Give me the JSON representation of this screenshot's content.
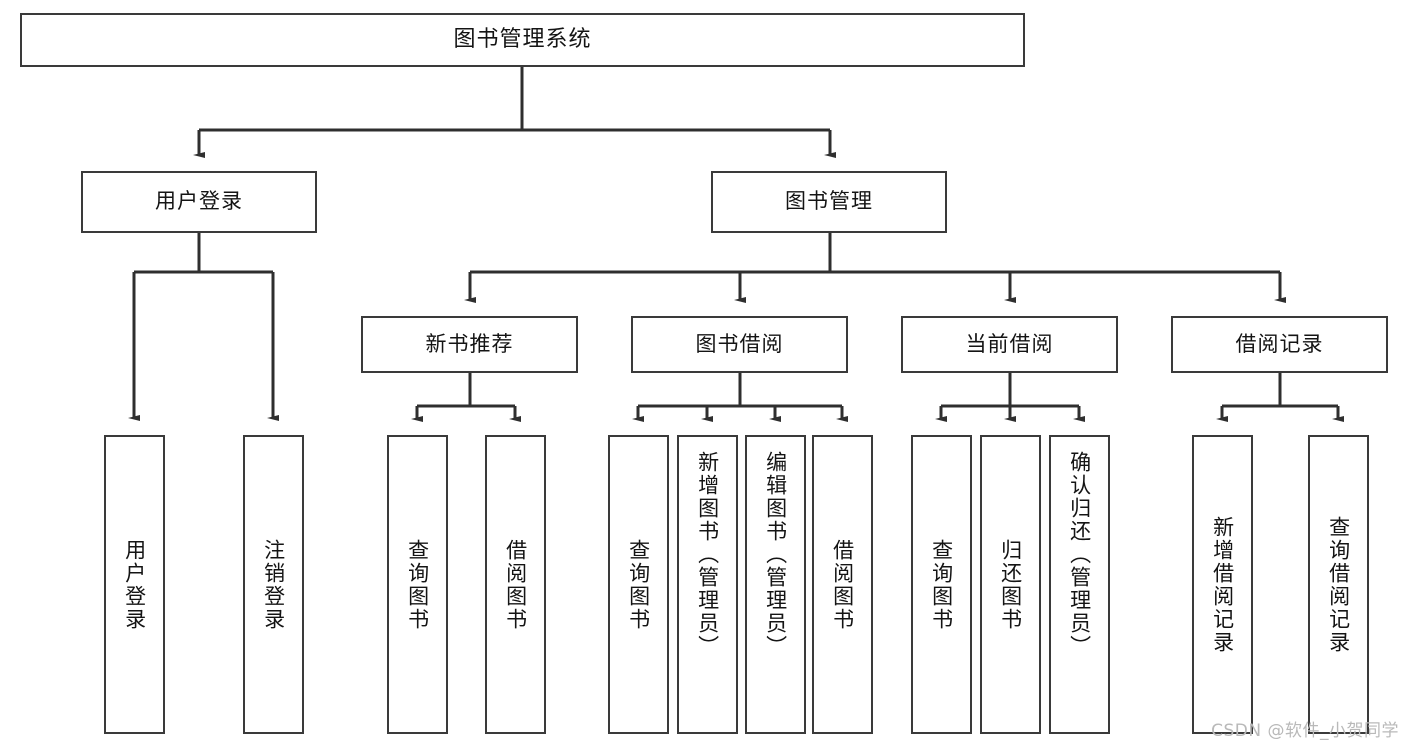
{
  "diagram": {
    "title": "图书管理系统",
    "type": "tree",
    "watermark": "CSDN @软件_小贺同学",
    "colors": {
      "node_border": "#3a3a3a",
      "node_fill": "#ffffff",
      "edge": "#2f2f2f",
      "text": "#141414",
      "watermark": "#b9b9b9"
    },
    "root": {
      "label": "图书管理系统"
    },
    "level2": [
      {
        "label": "用户登录"
      },
      {
        "label": "图书管理"
      }
    ],
    "level3": [
      {
        "label": "新书推荐"
      },
      {
        "label": "图书借阅"
      },
      {
        "label": "当前借阅"
      },
      {
        "label": "借阅记录"
      }
    ],
    "leaves": {
      "user_login": [
        {
          "label": "用户登录"
        },
        {
          "label": "注销登录"
        }
      ],
      "new_book_recommend": [
        {
          "label": "查询图书"
        },
        {
          "label": "借阅图书"
        }
      ],
      "book_borrow": [
        {
          "label": "查询图书"
        },
        {
          "label": "新增图书（管理员）"
        },
        {
          "label": "编辑图书（管理员）"
        },
        {
          "label": "借阅图书"
        }
      ],
      "current_borrow": [
        {
          "label": "查询图书"
        },
        {
          "label": "归还图书"
        },
        {
          "label": "确认归还（管理员）"
        }
      ],
      "borrow_records": [
        {
          "label": "新增借阅记录"
        },
        {
          "label": "查询借阅记录"
        }
      ]
    }
  }
}
